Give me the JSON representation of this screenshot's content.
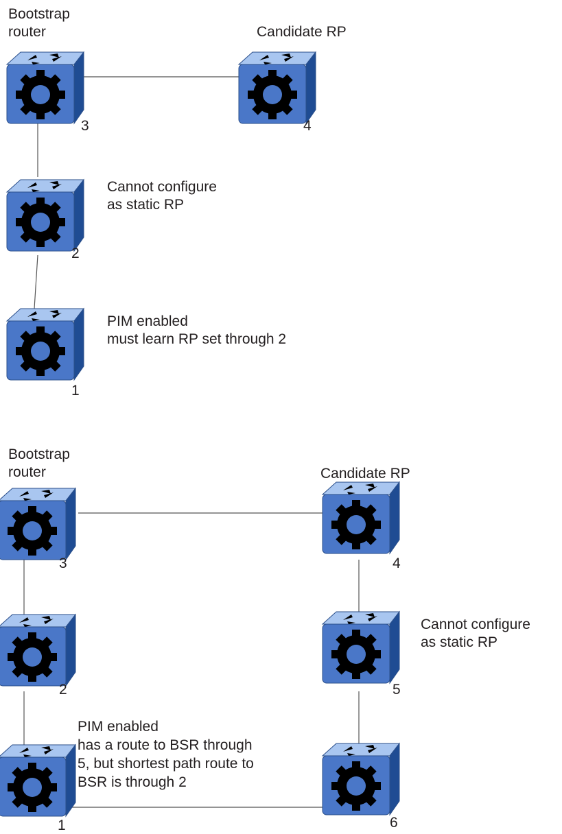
{
  "colors": {
    "router_front": "#4a77c8",
    "router_top": "#a9c6f0",
    "router_side": "#1f4c93",
    "link": "#555555",
    "text": "#231f20"
  },
  "icon": "router-icon",
  "top_diagram": {
    "label_bsr": "Bootstrap\nrouter",
    "label_candidate": "Candidate RP",
    "label_cannot_static": "Cannot configure\nas static RP",
    "label_pim": "PIM enabled\nmust learn RP set through 2",
    "routers": [
      "3",
      "4",
      "2",
      "1"
    ]
  },
  "bottom_diagram": {
    "label_bsr": "Bootstrap\nrouter",
    "label_candidate": "Candidate RP",
    "label_cannot_static": "Cannot configure\nas static RP",
    "label_pim": "PIM enabled\nhas a route to BSR through\n5, but shortest path route to\nBSR is through 2",
    "routers": [
      "3",
      "4",
      "2",
      "5",
      "1",
      "6"
    ]
  }
}
